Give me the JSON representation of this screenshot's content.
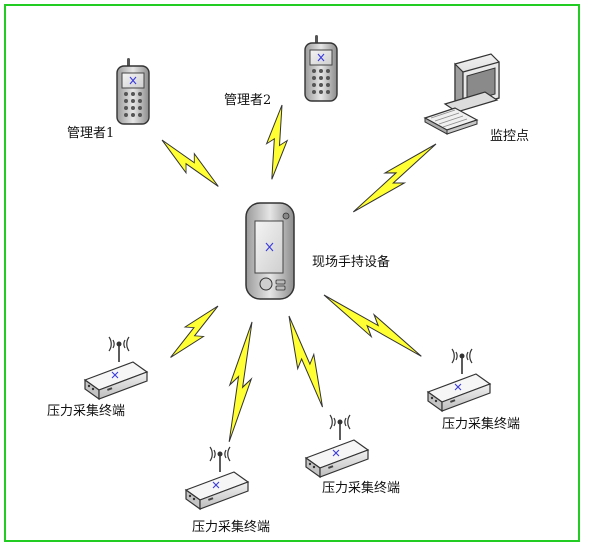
{
  "diagram": {
    "labels": {
      "manager1": "管理者1",
      "manager2": "管理者2",
      "monitor": "监控点",
      "handheld": "现场手持设备",
      "terminal1": "压力采集终端",
      "terminal2": "压力采集终端",
      "terminal3": "压力采集终端",
      "terminal4": "压力采集终端"
    },
    "icons": [
      "mobile-phone-icon",
      "mobile-phone-icon",
      "desktop-computer-icon",
      "pda-handheld-icon",
      "wireless-terminal-icon",
      "wireless-terminal-icon",
      "wireless-terminal-icon",
      "wireless-terminal-icon",
      "lightning-bolt-icon"
    ],
    "colors": {
      "frame": "#22cc22",
      "bolt_fill": "#ffff33",
      "bolt_stroke": "#333333",
      "device_body": "#d8d8d8"
    }
  }
}
